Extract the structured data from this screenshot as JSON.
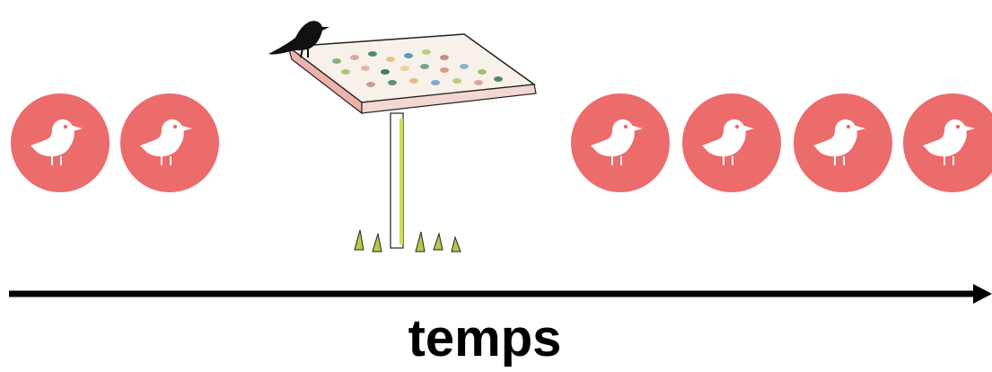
{
  "colors": {
    "badge": "#ec6b6b",
    "bird": "#ffffff",
    "perched_bird": "#111111",
    "axis": "#000000"
  },
  "icons": {
    "badge": "bird-icon",
    "feeder": "bird-feeder-illustration",
    "arrow": "arrow-right-icon"
  },
  "badges_before_count": 2,
  "badges_after_count": 4,
  "axis_label": "temps"
}
